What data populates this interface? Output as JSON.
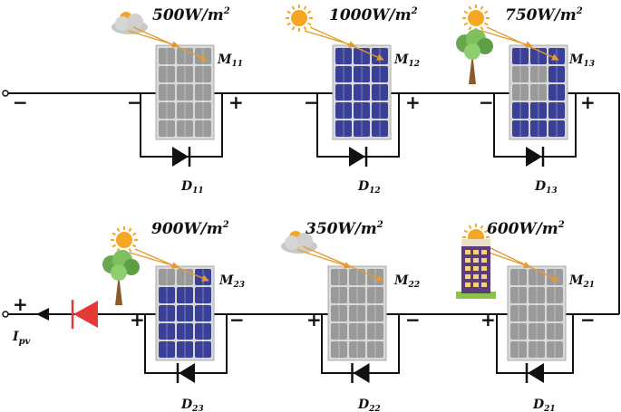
{
  "modules": [
    {
      "id": "M11",
      "label_main": "M",
      "label_sub": "11",
      "diode_main": "D",
      "diode_sub": "11",
      "irradiance": "500W/m",
      "exp": "2",
      "weather": "cloud",
      "shading": "none",
      "color": "gray",
      "left_sign": "−",
      "right_sign": "+"
    },
    {
      "id": "M12",
      "label_main": "M",
      "label_sub": "12",
      "diode_main": "D",
      "diode_sub": "12",
      "irradiance": "1000W/m",
      "exp": "2",
      "weather": "sun",
      "shading": "none",
      "color": "blue",
      "left_sign": "−",
      "right_sign": "+"
    },
    {
      "id": "M13",
      "label_main": "M",
      "label_sub": "13",
      "diode_main": "D",
      "diode_sub": "13",
      "irradiance": "750W/m",
      "exp": "2",
      "weather": "sun",
      "shading": "tree",
      "color": "blue",
      "left_sign": "−",
      "right_sign": "+"
    },
    {
      "id": "M23",
      "label_main": "M",
      "label_sub": "23",
      "diode_main": "D",
      "diode_sub": "23",
      "irradiance": "900W/m",
      "exp": "2",
      "weather": "sun",
      "shading": "tree",
      "color": "blue",
      "left_sign": "+",
      "right_sign": "−"
    },
    {
      "id": "M22",
      "label_main": "M",
      "label_sub": "22",
      "diode_main": "D",
      "diode_sub": "22",
      "irradiance": "350W/m",
      "exp": "2",
      "weather": "cloud",
      "shading": "none",
      "color": "gray",
      "left_sign": "+",
      "right_sign": "−"
    },
    {
      "id": "M21",
      "label_main": "M",
      "label_sub": "21",
      "diode_main": "D",
      "diode_sub": "21",
      "irradiance": "600W/m",
      "exp": "2",
      "weather": "sun",
      "shading": "building",
      "color": "gray",
      "left_sign": "+",
      "right_sign": "−"
    }
  ],
  "terminals": {
    "top_left": "−",
    "bottom_left": "+"
  },
  "current": {
    "main": "I",
    "sub": "pv"
  },
  "colors": {
    "blue_cell": "#3a3f98",
    "gray_cell": "#9a9a9a",
    "wire": "#111111",
    "sun": "#f5a623",
    "ray": "#e59a2c",
    "blocking_diode": "#e53935"
  }
}
